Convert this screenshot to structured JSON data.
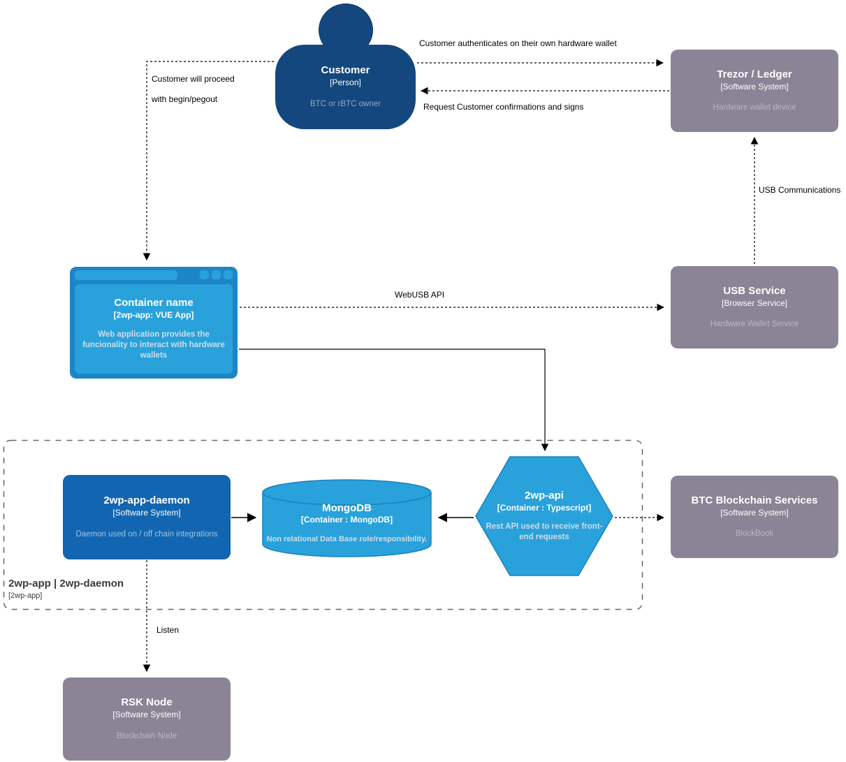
{
  "nodes": {
    "customer": {
      "title": "Customer",
      "subtitle": "[Person]",
      "description": "BTC or rBTC owner"
    },
    "trezor_ledger": {
      "title": "Trezor / Ledger",
      "subtitle": "[Software System]",
      "description": "Hardware wallet device"
    },
    "container_name": {
      "title": "Container name",
      "subtitle": "[2wp-app: VUE App]",
      "description": "Web application provides the funcionality to interact with hardware wallets"
    },
    "usb_service": {
      "title": "USB Service",
      "subtitle": "[Browser Service]",
      "description": "Hardware Wallet Service"
    },
    "daemon": {
      "title": "2wp-app-daemon",
      "subtitle": "[Software System]",
      "description": "Daemon used on / off chain integrations"
    },
    "mongodb": {
      "title": "MongoDB",
      "subtitle": "[Container : MongoDB]",
      "description": "Non relational Data Base role/responsibility."
    },
    "api": {
      "title": "2wp-api",
      "subtitle": "[Container : Typescript]",
      "description": "Rest API used to receive front-end requests"
    },
    "btc_services": {
      "title": "BTC Blockchain Services",
      "subtitle": "[Software System]",
      "description": "BlockBook"
    },
    "rsk_node": {
      "title": "RSK Node",
      "subtitle": "[Software System]",
      "description": "Blockchain Node"
    },
    "boundary": {
      "title": "2wp-app | 2wp-daemon",
      "subtitle": "[2wp-app]"
    }
  },
  "edges": {
    "auth": {
      "label": "Customer authenticates on their own hardware wallet"
    },
    "request": {
      "label": "Request Customer confirmations and signs"
    },
    "proceed": {
      "label_line1": "Customer will proceed",
      "label_line2": "with begin/pegout"
    },
    "webusb": {
      "label": "WebUSB API"
    },
    "usb_comm": {
      "label": "USB Communications"
    },
    "listen": {
      "label": "Listen"
    }
  },
  "colors": {
    "person_fill": "#14477e",
    "gray_system_fill": "#8b8396",
    "blue_system_fill": "#1266b1",
    "light_blue_fill": "#29a2dc",
    "light_blue_border": "#1b82ba",
    "browser_frame": "#1c86c5",
    "edge_stroke": "#000000",
    "boundary_stroke": "#666666"
  }
}
